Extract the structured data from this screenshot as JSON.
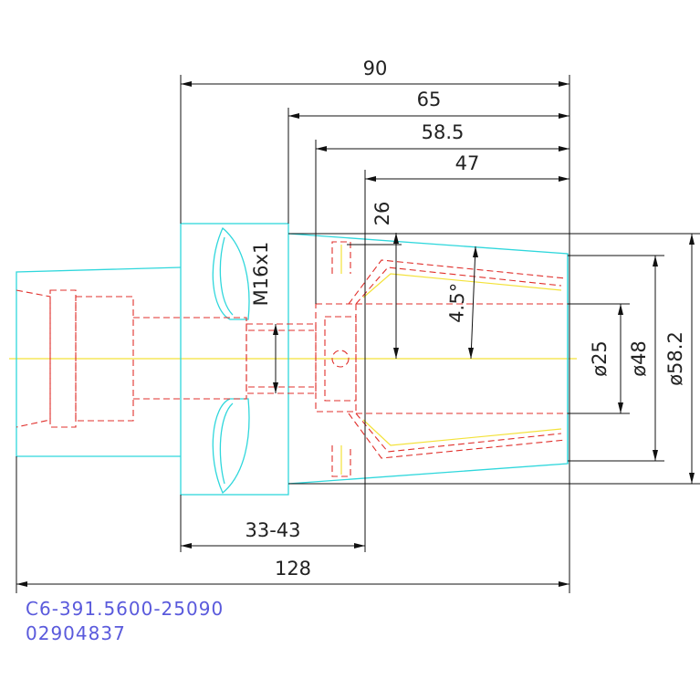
{
  "dimensions": {
    "d90": "90",
    "d65": "65",
    "d58_5": "58.5",
    "d47": "47",
    "d26": "26",
    "thread": "M16x1",
    "angle": "4.5°",
    "dia25": "ø25",
    "dia48": "ø48",
    "dia58_2": "ø58.2",
    "d33_43": "33-43",
    "d128": "128"
  },
  "part_codes": {
    "line1": "C6-391.5600-25090",
    "line2": "02904837"
  },
  "colors": {
    "outline": "#2fd7dc",
    "hidden": "#e0302c",
    "centerline": "#f3e23a",
    "dimension": "#111111",
    "code_text": "#5a5adc"
  }
}
